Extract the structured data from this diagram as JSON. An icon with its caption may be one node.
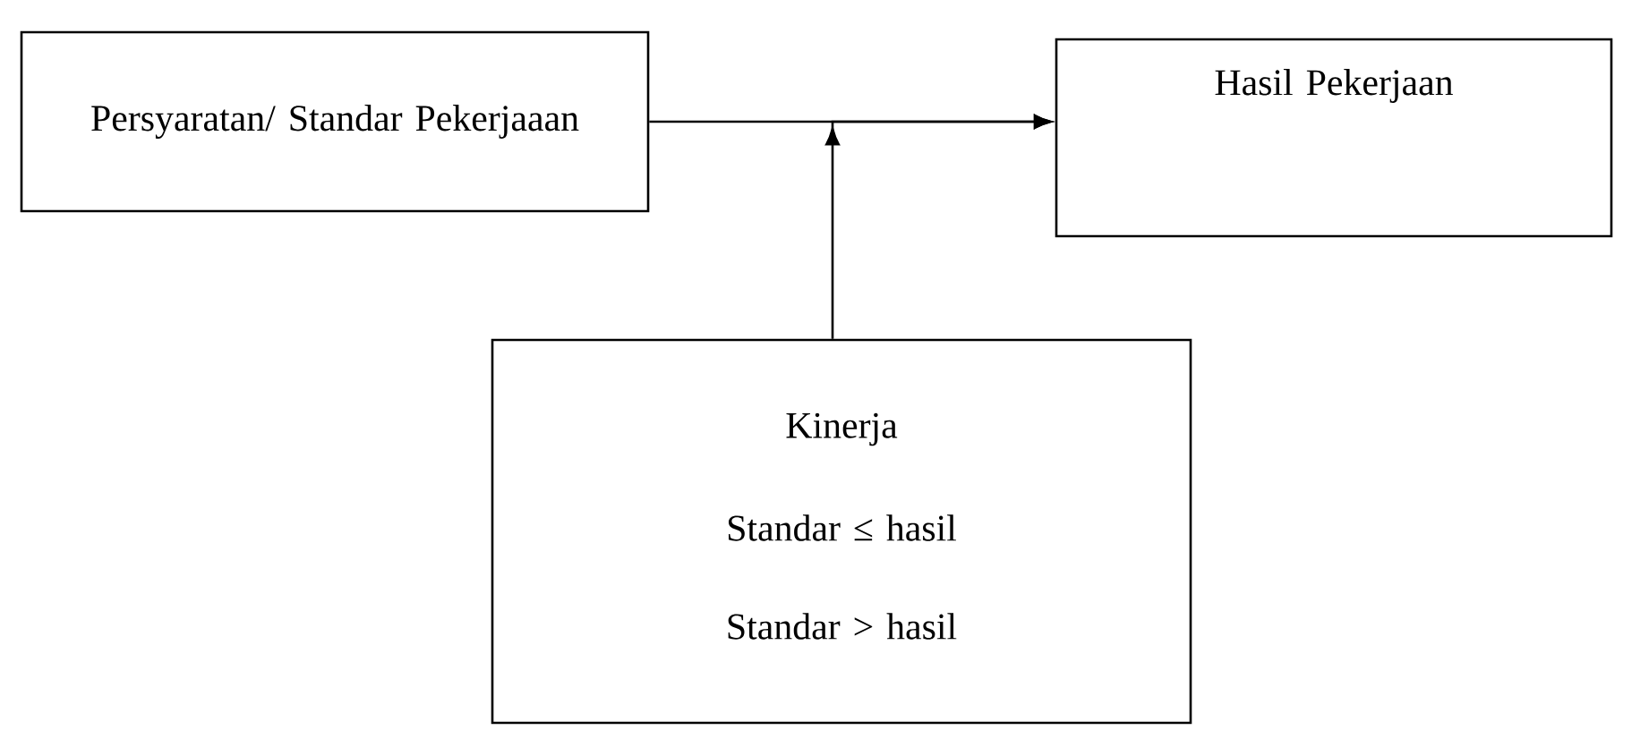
{
  "diagram": {
    "nodes": [
      {
        "text": [
          "Persyaratan/ Standar Pekerjaaan"
        ]
      },
      {
        "text": [
          "Hasil Pekerjaan"
        ]
      },
      {
        "text": [
          "Kinerja",
          "Standar ≤ hasil",
          "Standar > hasil"
        ]
      }
    ],
    "edges": [
      {
        "from": 0,
        "to": 1,
        "arrow": "to"
      },
      {
        "from": 2,
        "to": 1,
        "arrow": "to"
      }
    ]
  }
}
